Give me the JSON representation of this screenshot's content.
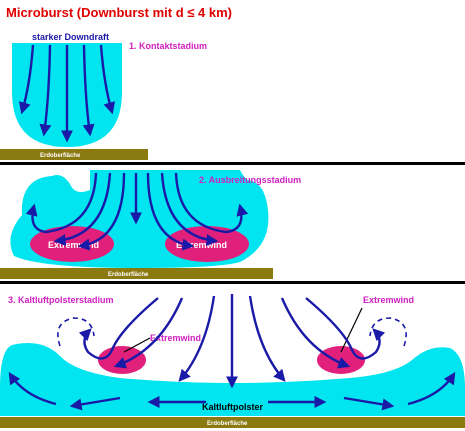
{
  "title": "Microburst (Downburst mit  d ≤ 4 km)",
  "ground_label": "Erdoberfläche",
  "colors": {
    "air": "#00e5ef",
    "ground": "#8a7a10",
    "extremwind": "#e0207a",
    "arrow": "#1a1aa8",
    "title": "#e00000",
    "stage_label": "#d020c0",
    "divider": "#000000"
  },
  "stage1": {
    "label": "1. Kontaktstadium",
    "downdraft_label": "starker Downdraft"
  },
  "stage2": {
    "label": "2. Ausbreitungsstadium",
    "extremwind_label": "Extremwind"
  },
  "stage3": {
    "label": "3. Kaltluftpolsterstadium",
    "extremwind_label": "Extremwind",
    "kaltluftpolster_label": "Kaltluftpolster"
  }
}
